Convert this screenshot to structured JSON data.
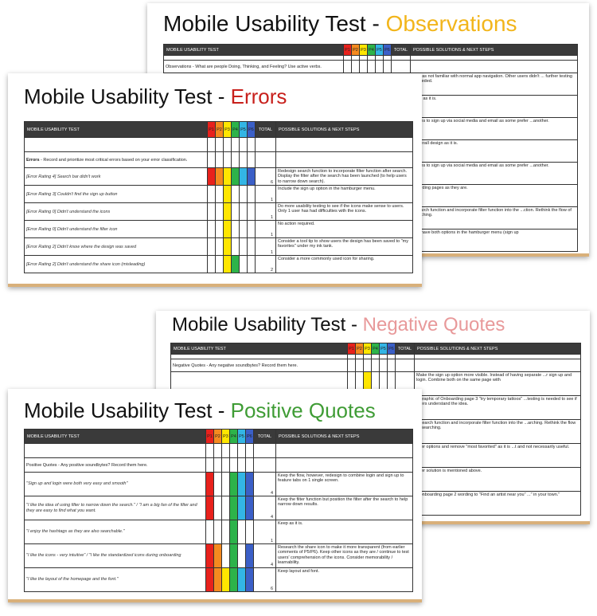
{
  "colors": {
    "observations": "#f2b51b",
    "errors": "#c8201c",
    "negative": "#e8999a",
    "positive": "#3f9c35",
    "header_bg": "#3a3a3a",
    "p1": "#e8211c",
    "p2": "#f58a1f",
    "p3": "#ffe600",
    "p4": "#2db34a",
    "p5": "#33b5e5",
    "p6": "#3b5fc7"
  },
  "headers": {
    "test": "MOBILE USABILITY TEST",
    "participants": [
      "P1",
      "P2",
      "P3",
      "P4",
      "P5",
      "P6"
    ],
    "total": "TOTAL",
    "solutions": "POSSIBLE SOLUTIONS & NEXT STEPS"
  },
  "observations": {
    "title_prefix": "Mobile Usability Test - ",
    "title_highlight": "Observations",
    "section_label": "Observations - What are people Doing, Thinking, and Feeling? Use active verbs.",
    "solutions_visible": [
      "P3 was not familiar with normal app navigation. Other users didn't ... further testing is needed.",
      "...nal as it is.",
      "...tions to sign up via social media and email as some prefer ...another.",
      "...overall design as it is.",
      "...tions to sign up via social media and email as some prefer ...another.",
      "...oarding pages as they are.",
      "...search function and incorporate filter function into the ...ction. Rethink the flow of searching.",
      "...to have both options in the hamburger menu (sign up"
    ]
  },
  "errors": {
    "title_prefix": "Mobile Usability Test - ",
    "title_highlight": "Errors",
    "section_prefix": "Errors",
    "section_rest": " - Record and prioritize most critical errors based on your error classification.",
    "rows": [
      {
        "label": "[Error Rating 4] Search bar didn't work",
        "fills": [
          1,
          1,
          1,
          1,
          1,
          1
        ],
        "total": "6",
        "solution": "Redesign search function to incorporate filter function after search. Display the filter after the search has been launched (to help users to narrow down search)."
      },
      {
        "label": "[Error Rating 3] Couldn't find the sign up button",
        "fills": [
          0,
          0,
          1,
          0,
          0,
          0
        ],
        "total": "1",
        "solution": "Include the sign up option in the hamburger menu."
      },
      {
        "label": "[Error Rating 0] Didn't understand the icons",
        "fills": [
          0,
          0,
          1,
          0,
          0,
          0
        ],
        "total": "1",
        "solution": "Do more usability testing to see if the icons make sense to users. Only 1 user has had difficulties with the icons."
      },
      {
        "label": "[Error Rating 0] Didn't understand the filter icon",
        "fills": [
          0,
          0,
          1,
          0,
          0,
          0
        ],
        "total": "1",
        "solution": "No action required."
      },
      {
        "label": "[Error Rating 2] Didn't know where the design was saved",
        "fills": [
          0,
          0,
          1,
          0,
          0,
          0
        ],
        "total": "1",
        "solution": "Consider a tool tip to show users the design has been saved to \"my favorites\" under my ink tank."
      },
      {
        "label": "[Error Rating 2] Didn't understand the share icon (misleading)",
        "fills": [
          0,
          0,
          1,
          1,
          0,
          0
        ],
        "total": "2",
        "solution": "Consider a more commonly used icon for sharing."
      }
    ]
  },
  "negative": {
    "title_prefix": "Mobile Usability Test - ",
    "title_highlight": "Negative Quotes",
    "section_label": "Negative Quotes - Any negative soundbytes? Record them here.",
    "solutions_visible": [
      "Make the sign up option more visible. Instead of having separate ...r sign up and login. Combine both on the same page with",
      "...graphic of Onboarding page 3 \"try temporary tattoos\" ...testing is needed to see if users understand the idea.",
      "...search function and incorporate filter function into the ...arching. Rethink the flow of searching.",
      "...ter options and remove \"most favorited\" as it is ...t and not necessarily useful.",
      "...ter solution is mentioned above.",
      "...onboarding page 2 wording to \"Find an artist near you\" ...\" in your town.\""
    ]
  },
  "positive": {
    "title_prefix": "Mobile Usability Test - ",
    "title_highlight": "Positive Quotes",
    "section_label": "Positive Quotes - Any positive soundbytes? Record them here.",
    "rows": [
      {
        "label": "\"Sign up and login were both very easy and smooth\"",
        "fills": [
          1,
          0,
          0,
          1,
          1,
          1
        ],
        "total": "4",
        "solution": "Keep the flow, however, redesign to combine login and sign up to feature tabs on 1 single screen."
      },
      {
        "label": "\"I like the idea of using filter to narrow down the search.\" / \"I am a big fan of the filter and they are easy to find what you want.",
        "fills": [
          1,
          0,
          0,
          1,
          1,
          1
        ],
        "total": "4",
        "solution": "Keep the filter function but position the filter after the search to help narrow down results."
      },
      {
        "label": "\"I enjoy the hashtags as they are also searchable.\"",
        "fills": [
          0,
          0,
          0,
          1,
          0,
          0
        ],
        "total": "1",
        "solution": "Keep as it is."
      },
      {
        "label": "\"I like the icons - very intuitive\" / \"I like the standardized icons during onboarding",
        "fills": [
          1,
          1,
          0,
          1,
          0,
          1
        ],
        "total": "4",
        "solution": "Research the share icon to make it more transparent (from earlier comments of P5/P6). Keep other icons as they are / continue to test users' comprehension of the icons. Consider memorability / learnability."
      },
      {
        "label": "\"I like the layout of the homepage and the font.\"",
        "fills": [
          1,
          1,
          1,
          1,
          1,
          1
        ],
        "total": "6",
        "solution": "Keep layout and font."
      }
    ]
  }
}
